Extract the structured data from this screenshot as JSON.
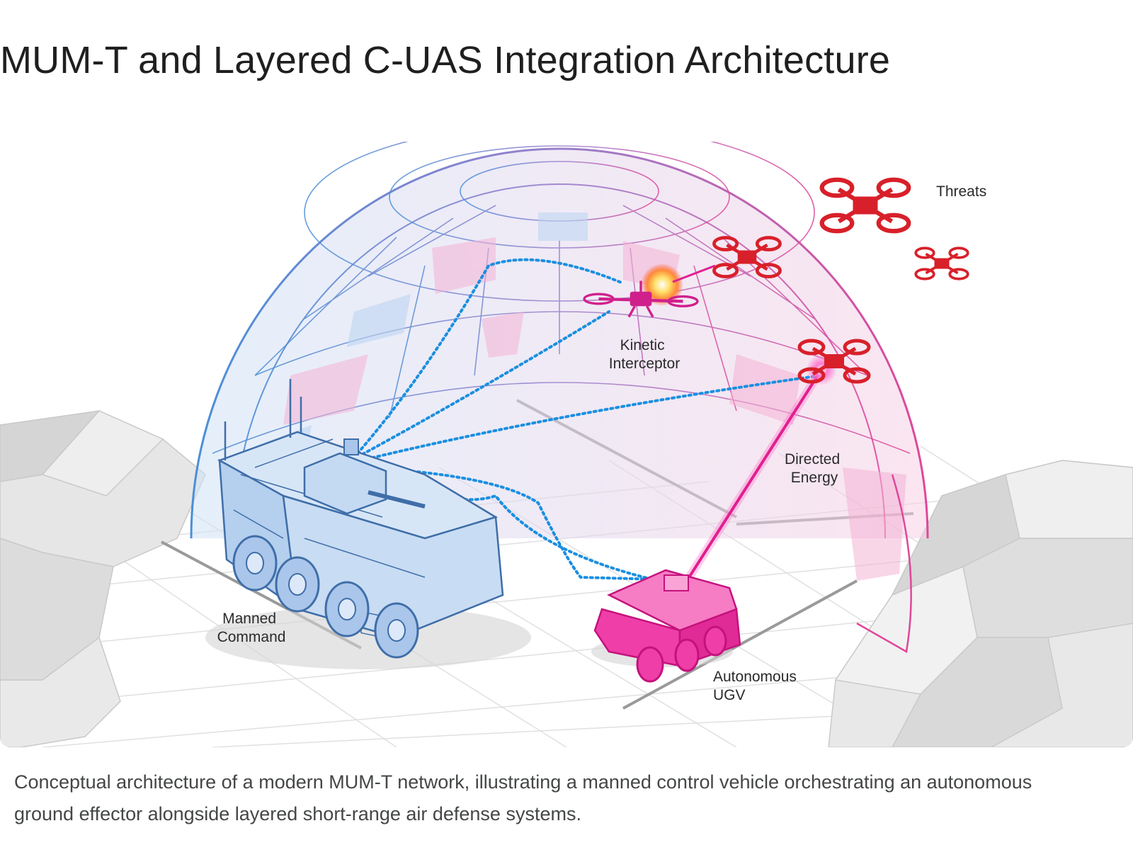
{
  "title": "MUM-T and Layered C-UAS Integration Architecture",
  "labels": {
    "threats": "Threats",
    "kinetic_line1": "Kinetic",
    "kinetic_line2": "Interceptor",
    "directed_line1": "Directed",
    "directed_line2": "Energy",
    "manned_line1": "Manned",
    "manned_line2": "Command",
    "ugv_line1": "Autonomous",
    "ugv_line2": "UGV"
  },
  "caption": "Conceptual architecture of a modern MUM-T network, illustrating a manned control vehicle orchestrating an autonomous ground effector alongside layered short-range air defense systems.",
  "colors": {
    "dome_blue": "#4a8fd6",
    "dome_pink": "#e0469a",
    "data_link": "#1a8fe0",
    "threat_red": "#d8202a",
    "interceptor_magenta": "#d0208c",
    "manned_vehicle": "#bcd6f2",
    "ugv": "#f03aa8",
    "terrain": "#d8d8d8"
  },
  "icons": {
    "manned_vehicle": "armored-8x8-vehicle-icon",
    "ugv": "autonomous-ugv-icon",
    "threat": "quadcopter-drone-icon",
    "interceptor": "interceptor-drone-icon",
    "laser": "laser-beam-icon",
    "explosion": "explosion-burst-icon"
  }
}
